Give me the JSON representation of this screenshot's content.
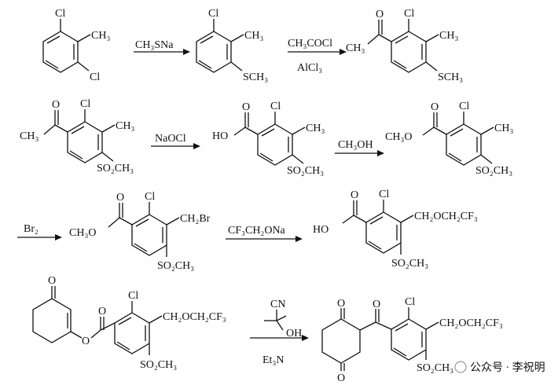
{
  "scheme": {
    "step1": {
      "sm_sub": [
        "Cl",
        "CH3",
        "Cl"
      ],
      "reagent": "CH3SNa",
      "pr_sub": [
        "Cl",
        "CH3",
        "SCH3"
      ]
    },
    "step2": {
      "reagent_top": "CH3COCl",
      "reagent_bottom": "AlCl3",
      "pr_sub": [
        "O",
        "CH3",
        "Cl",
        "CH3",
        "SCH3"
      ]
    },
    "step3": {
      "sm_sub": [
        "O",
        "CH3",
        "Cl",
        "CH3",
        "SO2CH3"
      ],
      "reagent": "NaOCl",
      "pr_sub": [
        "O",
        "HO",
        "Cl",
        "CH3",
        "SO2CH3"
      ]
    },
    "step4": {
      "reagent": "CH3OH",
      "pr_sub": [
        "O",
        "CH3O",
        "Cl",
        "CH3",
        "SO2CH3"
      ]
    },
    "step5": {
      "reagent": "Br2",
      "sm_sub": [
        "O",
        "CH3O",
        "Cl",
        "CH2Br",
        "SO2CH3"
      ]
    },
    "step6": {
      "reagent": "CF3CH2ONa",
      "pr_sub": [
        "O",
        "HO",
        "Cl",
        "CH2OCH2CF3",
        "SO2CH3"
      ]
    },
    "step7": {
      "sm_sub": [
        "O",
        "O",
        "O",
        "Cl",
        "CH2OCH2CF3",
        "SO2CH3"
      ],
      "catalyst_top": "CN",
      "catalyst_right": "OH",
      "reagent_bottom": "Et3N",
      "pr_sub": [
        "O",
        "O",
        "O",
        "Cl",
        "CH2OCH2CF3",
        "SO2CH3"
      ]
    }
  },
  "watermark": {
    "text": "公众号 · 李祝明"
  }
}
